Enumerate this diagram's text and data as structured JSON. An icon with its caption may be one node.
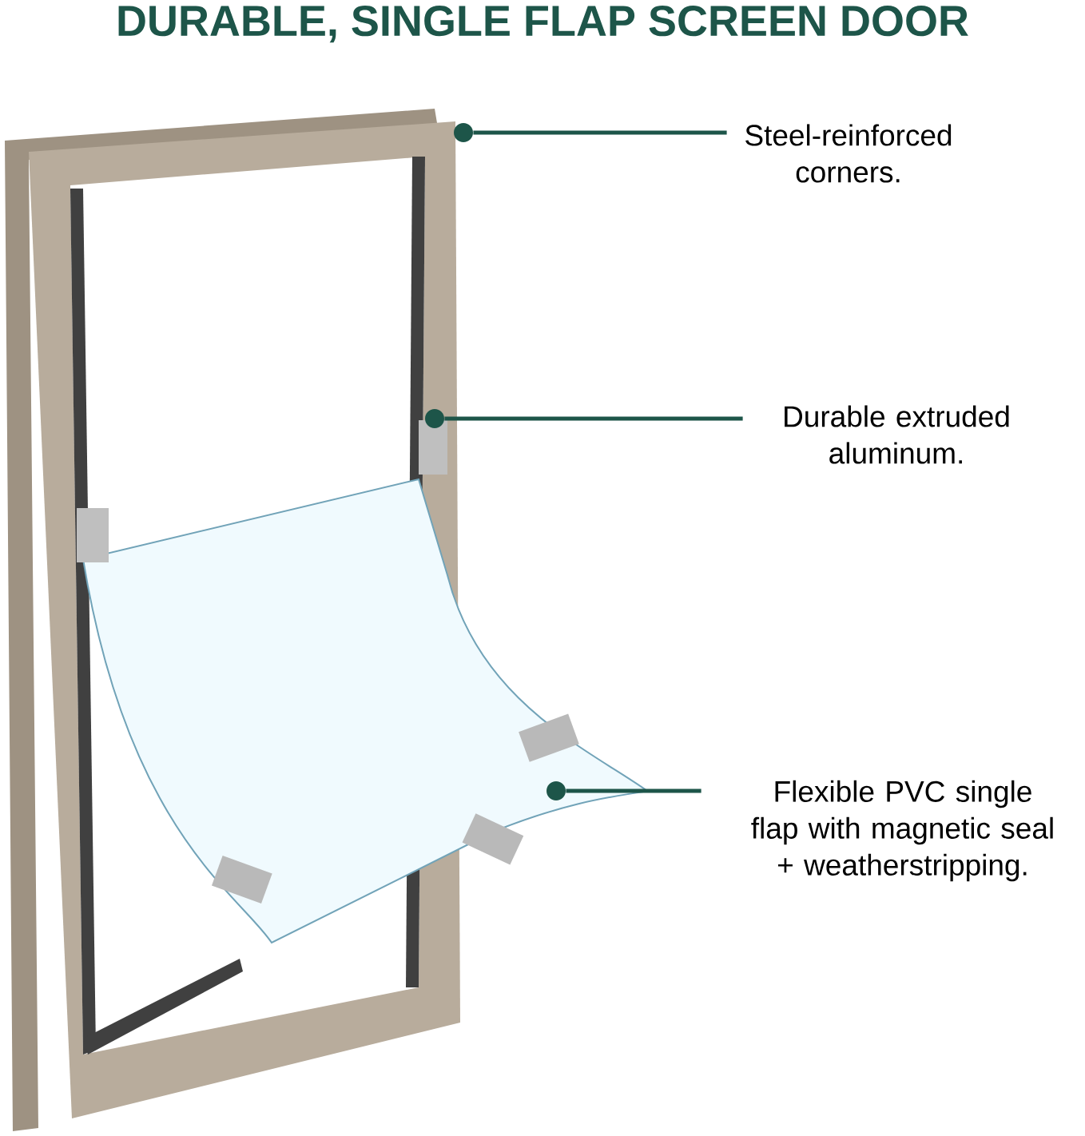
{
  "diagram": {
    "title": "DURABLE, SINGLE FLAP SCREEN DOOR",
    "nodes": [
      {
        "text": [
          "Steel-reinforced corners."
        ]
      },
      {
        "text": [
          "Durable extruded aluminum."
        ]
      },
      {
        "text": [
          "Flexible PVC single flap with magnetic seal + weatherstripping."
        ]
      },
      {
        "text": [],
        "shape": "circle"
      },
      {
        "text": [],
        "shape": "circle"
      },
      {
        "text": [],
        "shape": "circle"
      }
    ],
    "edges": [
      {
        "from": 0,
        "to": 3,
        "arrow": "none"
      },
      {
        "from": 1,
        "to": 4,
        "arrow": "none"
      },
      {
        "from": 2,
        "to": 5,
        "arrow": "none"
      }
    ]
  }
}
